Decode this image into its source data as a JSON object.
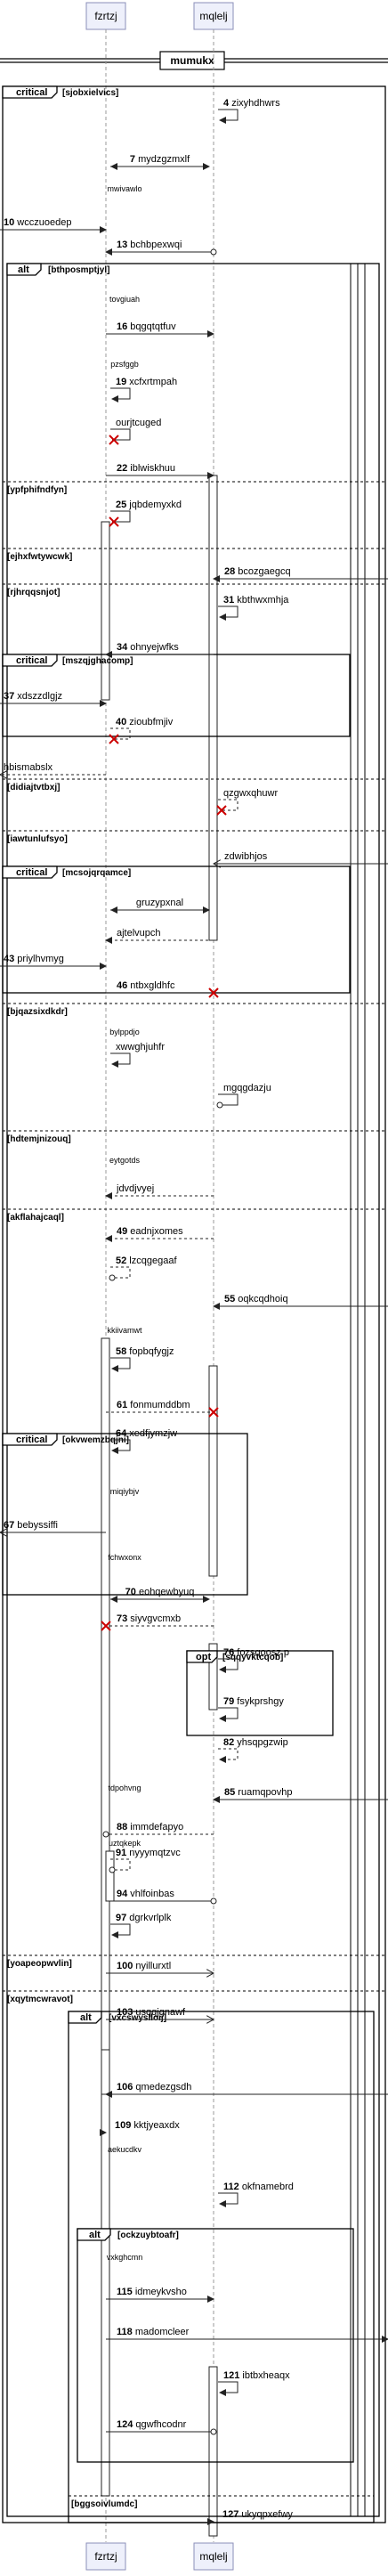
{
  "title": "mumukx",
  "participants": [
    "fzrtzj",
    "mqlelj"
  ],
  "frames": [
    {
      "kind": "critical",
      "guard": "[sjobxielvics]"
    },
    {
      "kind": "alt",
      "guard": "[bthposmptjyl]"
    },
    {
      "kind": "critical",
      "guard": "[mszqjghacomp]"
    },
    {
      "kind": "critical",
      "guard": "[mcsojqrqamce]"
    },
    {
      "kind": "critical",
      "guard": "[okvwemzbqjni]"
    },
    {
      "kind": "opt",
      "guard": "[sqqyvktcqob]"
    },
    {
      "kind": "alt",
      "guard": "[vxcswyslloij]"
    },
    {
      "kind": "alt",
      "guard": "[ockzuybtoafr]"
    }
  ],
  "separators": [
    "[ypfphifndfyn]",
    "[ejhxfwtywcwk]",
    "[rjhrqqsnjot]",
    "[didiajtvtbxj]",
    "[iawtunlufsyo]",
    "[bjqazsixdkdr]",
    "[hdtemjnizouq]",
    "[akflahajcaql]",
    "[yoapeopwvlin]",
    "[xqytmcwravot]",
    "[bggsoivlumdc]"
  ],
  "notes": [
    "mwivawlo",
    "tovgiuah",
    "pzsfggb",
    "bylppdjo",
    "eytgotds",
    "kkiivamwt",
    "miqiybjv",
    "fchwxonx",
    "tdpohvng",
    "uztqkepk",
    "aekucdkv",
    "vxkghcmn"
  ],
  "messages": [
    {
      "num": "4",
      "label": "zixyhdhwrs"
    },
    {
      "num": "7",
      "label": "mydzgzmxlf"
    },
    {
      "num": "10",
      "label": "wcczuoedep"
    },
    {
      "num": "13",
      "label": "bchbpexwqi"
    },
    {
      "num": "16",
      "label": "bqgqtqtfuv"
    },
    {
      "num": "19",
      "label": "xcfxrtmpah"
    },
    {
      "num": "",
      "label": "ourjtcuged"
    },
    {
      "num": "22",
      "label": "iblwiskhuu"
    },
    {
      "num": "25",
      "label": "jqbdemyxkd"
    },
    {
      "num": "28",
      "label": "bcozgaegcq"
    },
    {
      "num": "31",
      "label": "kbthwxmhja"
    },
    {
      "num": "34",
      "label": "ohnyejwfks"
    },
    {
      "num": "37",
      "label": "xdszzdlgjz"
    },
    {
      "num": "40",
      "label": "zioubfmjiv"
    },
    {
      "num": "",
      "label": "hbismabslx"
    },
    {
      "num": "",
      "label": "qzgwxqhuwr"
    },
    {
      "num": "",
      "label": "zdwibhjos"
    },
    {
      "num": "",
      "label": "gruzypxnal"
    },
    {
      "num": "",
      "label": "ajtelvupch"
    },
    {
      "num": "43",
      "label": "priylhvmyg"
    },
    {
      "num": "46",
      "label": "ntbxgldhfc"
    },
    {
      "num": "",
      "label": "xwwghjuhfr"
    },
    {
      "num": "",
      "label": "mgqgdazju"
    },
    {
      "num": "",
      "label": "jdvdjvyej"
    },
    {
      "num": "49",
      "label": "eadnjxomes"
    },
    {
      "num": "52",
      "label": "lzcqgegaaf"
    },
    {
      "num": "55",
      "label": "oqkcqdhoiq"
    },
    {
      "num": "58",
      "label": "fopbqfygjz"
    },
    {
      "num": "61",
      "label": "fonmumddbm"
    },
    {
      "num": "64",
      "label": "xedfjymzjw"
    },
    {
      "num": "67",
      "label": "bebyssiffi"
    },
    {
      "num": "70",
      "label": "eohqewbyuq"
    },
    {
      "num": "73",
      "label": "siyvgvcmxb"
    },
    {
      "num": "76",
      "label": "fozsqoosz p"
    },
    {
      "num": "79",
      "label": "fsykprshgy"
    },
    {
      "num": "82",
      "label": "yhsqpgzwip"
    },
    {
      "num": "85",
      "label": "ruamqpovhp"
    },
    {
      "num": "88",
      "label": "immdefapyo"
    },
    {
      "num": "91",
      "label": "nyyymqtzvc"
    },
    {
      "num": "94",
      "label": "vhlfoinbas"
    },
    {
      "num": "97",
      "label": "dgrkvrlplk"
    },
    {
      "num": "100",
      "label": "nyillurxtl"
    },
    {
      "num": "103",
      "label": "usqqjgnawf"
    },
    {
      "num": "106",
      "label": "qmedezgsdh"
    },
    {
      "num": "109",
      "label": "kktjyeaxdx"
    },
    {
      "num": "112",
      "label": "okfnamebrd"
    },
    {
      "num": "115",
      "label": "idmeykvsho"
    },
    {
      "num": "118",
      "label": "madomcleer"
    },
    {
      "num": "121",
      "label": "ibtbxheaqx"
    },
    {
      "num": "124",
      "label": "qgwfhcodnr"
    },
    {
      "num": "127",
      "label": "ukyqpxefwy"
    }
  ]
}
